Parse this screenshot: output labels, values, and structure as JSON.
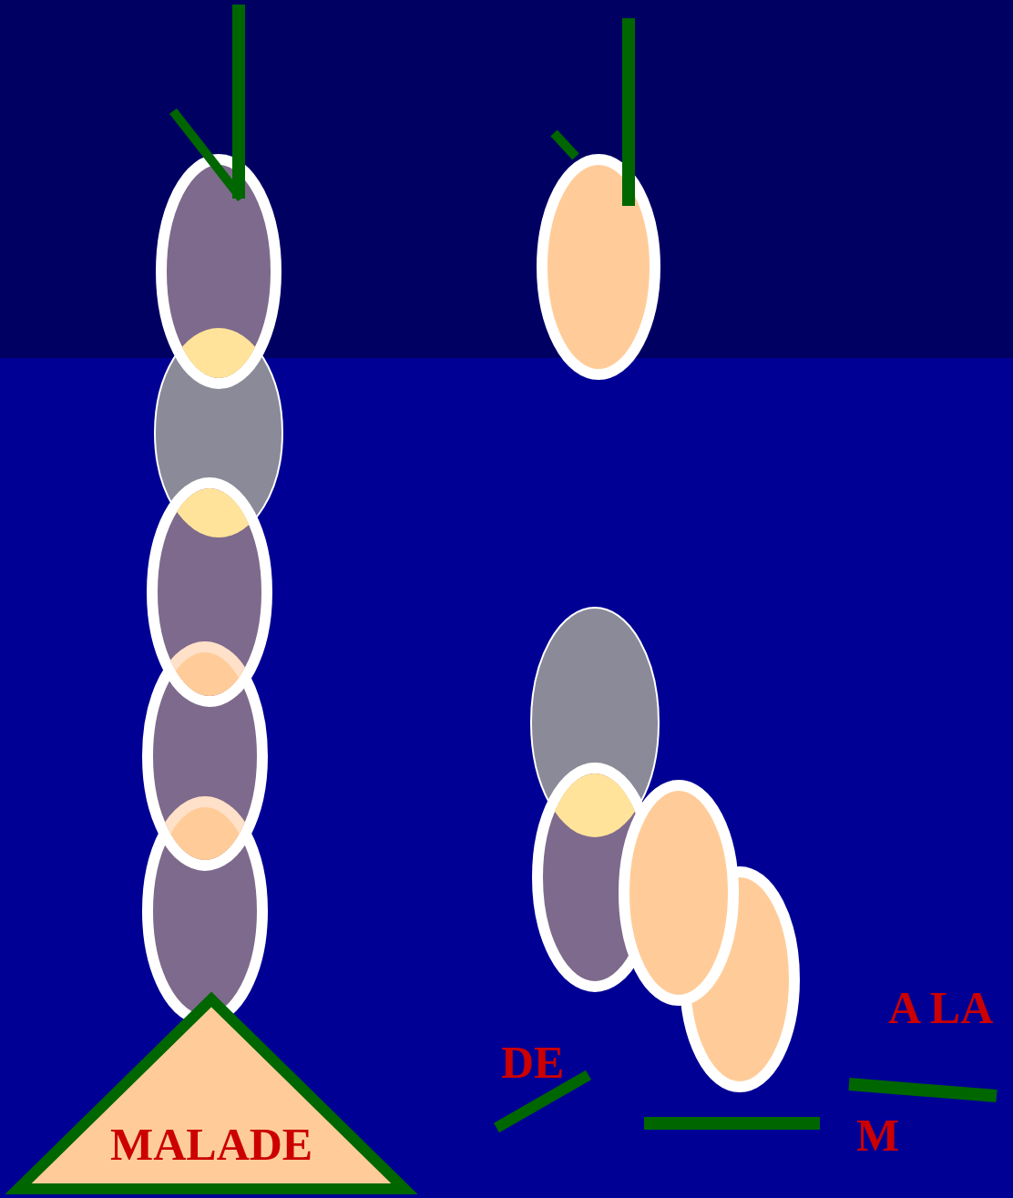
{
  "diagram": {
    "nodes": [
      {
        "text": [
          "MALADE"
        ]
      }
    ],
    "labels": [
      "DE",
      "A LA",
      "M"
    ]
  }
}
